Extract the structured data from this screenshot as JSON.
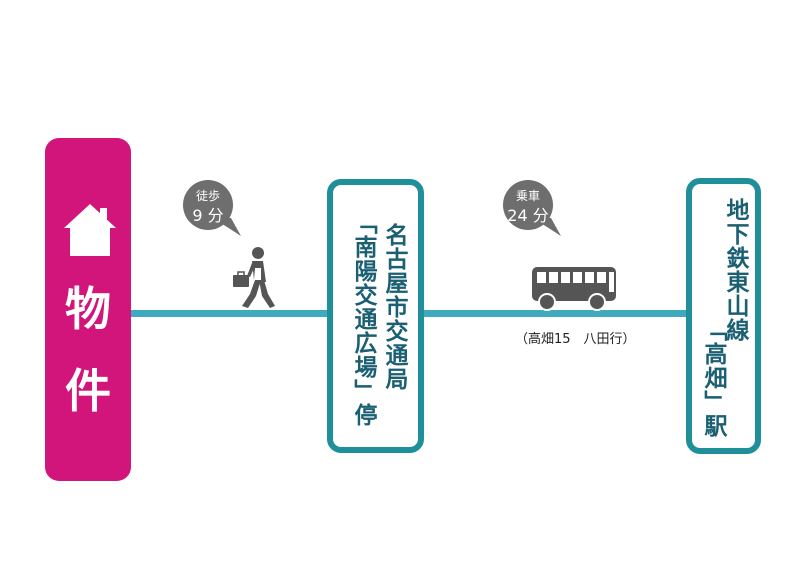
{
  "property": {
    "chars": [
      "物",
      "件"
    ]
  },
  "walk": {
    "line1": "徒歩",
    "line2": "9 分"
  },
  "bus_stop": {
    "col1": "名古屋市交通局",
    "col2": "「南陽交通広場」停"
  },
  "ride": {
    "line1": "乗車",
    "line2": "24 分"
  },
  "bus_route": "（高畑15　八田行）",
  "station": {
    "col1": "地下鉄東山線",
    "col2": "「高畑」駅"
  },
  "colors": {
    "property": "#d2157a",
    "line": "#3fa9bd",
    "box_border": "#1f8f99",
    "box_text": "#1b5f73",
    "bubble": "#6e6e6e",
    "icon": "#555555"
  }
}
